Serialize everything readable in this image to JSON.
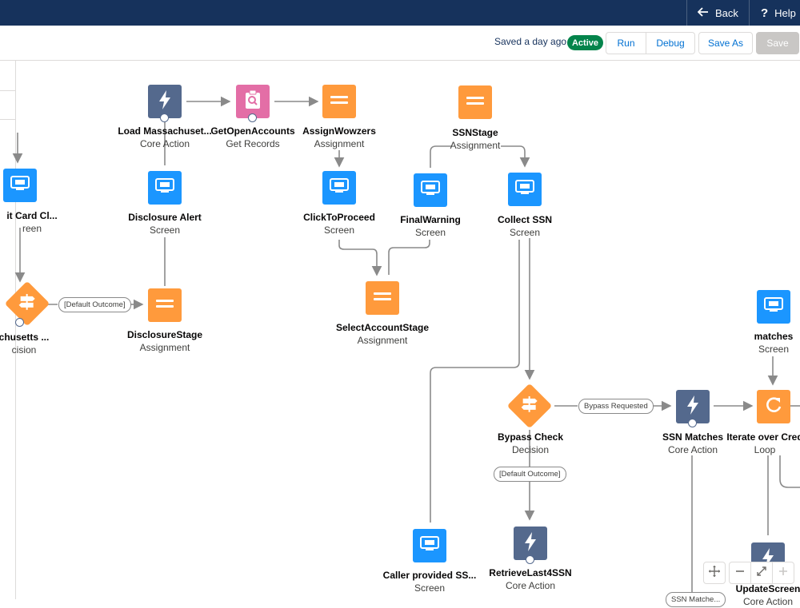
{
  "header": {
    "back_label": "Back",
    "help_label": "Help"
  },
  "toolbar": {
    "saved_text": "Saved a day ago",
    "status_badge": "Active",
    "run_label": "Run",
    "debug_label": "Debug",
    "save_as_label": "Save As",
    "save_label": "Save"
  },
  "nodes": {
    "credit_card_screen": {
      "name": "it Card Cl...",
      "type": "reen"
    },
    "massachusetts_decision": {
      "name": "chusetts ...",
      "type": "cision"
    },
    "load_massachusetts": {
      "name": "Load Massachuset...",
      "type": "Core Action"
    },
    "get_open_accounts": {
      "name": "GetOpenAccounts",
      "type": "Get Records"
    },
    "assign_wowzers": {
      "name": "AssignWowzers",
      "type": "Assignment"
    },
    "ssn_stage": {
      "name": "SSNStage",
      "type": "Assignment"
    },
    "disclosure_alert": {
      "name": "Disclosure Alert",
      "type": "Screen"
    },
    "click_to_proceed": {
      "name": "ClickToProceed",
      "type": "Screen"
    },
    "final_warning": {
      "name": "FinalWarning",
      "type": "Screen"
    },
    "collect_ssn": {
      "name": "Collect SSN",
      "type": "Screen"
    },
    "disclosure_stage": {
      "name": "DisclosureStage",
      "type": "Assignment"
    },
    "select_account_stage": {
      "name": "SelectAccountStage",
      "type": "Assignment"
    },
    "matches": {
      "name": "matches",
      "type": "Screen"
    },
    "bypass_check": {
      "name": "Bypass Check",
      "type": "Decision"
    },
    "ssn_matches": {
      "name": "SSN Matches",
      "type": "Core Action"
    },
    "iterate_over_credit": {
      "name": "Iterate over Cred",
      "type": "Loop"
    },
    "caller_provided_ssn": {
      "name": "Caller provided SS...",
      "type": "Screen"
    },
    "retrieve_last4_ssn": {
      "name": "RetrieveLast4SSN",
      "type": "Core Action"
    },
    "update_screen": {
      "name": "UpdateScreen",
      "type": "Core Action"
    }
  },
  "edge_labels": {
    "default_outcome_left": "[Default Outcome]",
    "bypass_requested": "Bypass Requested",
    "default_outcome_bottom": "[Default Outcome]",
    "ssn_match_partial": "SSN Matche..."
  },
  "icons": {
    "back": "arrow-left-icon",
    "help": "question-icon",
    "screen": "screen-icon",
    "action": "lightning-icon",
    "assignment": "assignment-icon",
    "records": "search-record-icon",
    "decision": "signpost-icon",
    "loop": "loop-icon",
    "pan": "move-icon",
    "zoom_out": "minus-icon",
    "fit": "fit-icon",
    "zoom_in": "plus-icon"
  },
  "colors": {
    "header": "#16325c",
    "screen": "#1b96ff",
    "assignment": "#ff9a3c",
    "action": "#54698d",
    "records": "#e36ea6",
    "active": "#04844b"
  }
}
